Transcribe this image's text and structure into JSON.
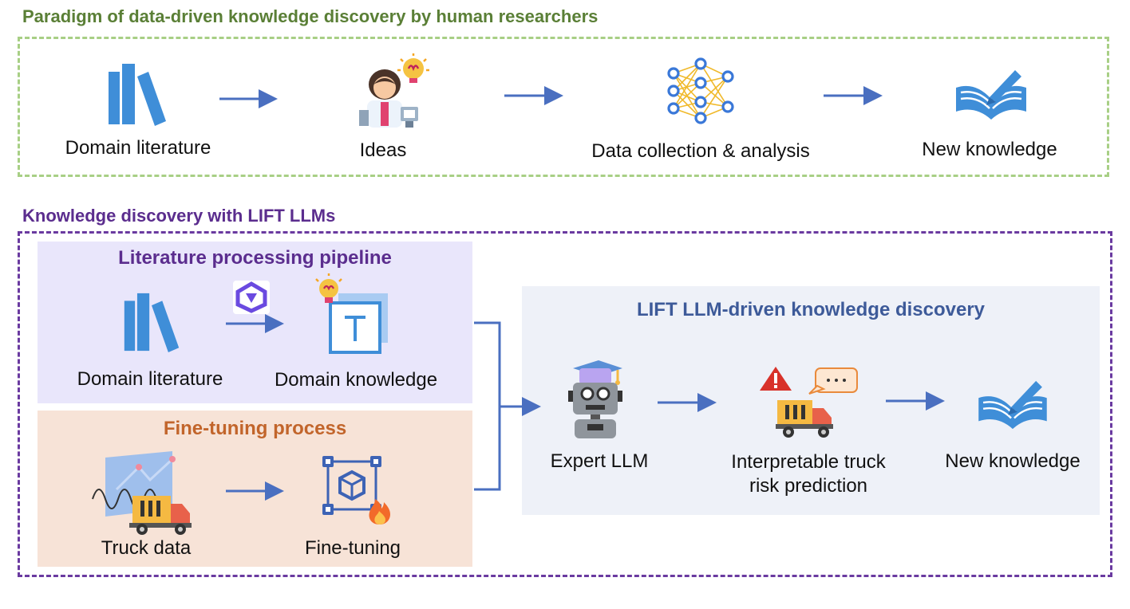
{
  "section1": {
    "title": "Paradigm of data-driven knowledge discovery by human researchers",
    "steps": [
      "Domain literature",
      "Ideas",
      "Data collection & analysis",
      "New knowledge"
    ]
  },
  "section2": {
    "title": "Knowledge discovery with LIFT LLMs",
    "literature_panel": {
      "title": "Literature processing pipeline",
      "source_label": "Domain literature",
      "target_label": "Domain knowledge"
    },
    "finetune_panel": {
      "title": "Fine-tuning process",
      "source_label": "Truck data",
      "target_label": "Fine-tuning"
    },
    "lift_panel": {
      "title": "LIFT LLM-driven knowledge discovery",
      "expert_label": "Expert LLM",
      "prediction_label_line1": "Interpretable truck",
      "prediction_label_line2": "risk prediction",
      "knowledge_label": "New knowledge"
    }
  },
  "colors": {
    "green_title": "#5a7f36",
    "green_border": "#a8cf85",
    "purple_title": "#5b2d8e",
    "purple_border": "#6a3aa0",
    "orange_title": "#c2652b",
    "blue_title": "#3d5a99",
    "arrow": "#4a6fc0",
    "icon_blue": "#3f8ed8"
  },
  "icons": [
    "books-icon",
    "scientist-icon",
    "lightbulb-icon",
    "neural-network-icon",
    "open-book-pen-icon",
    "qwen-logo-icon",
    "text-document-icon",
    "chart-icon",
    "truck-icon",
    "cube-frame-icon",
    "fire-icon",
    "robot-graduate-icon",
    "warning-icon",
    "speech-bubble-icon"
  ]
}
